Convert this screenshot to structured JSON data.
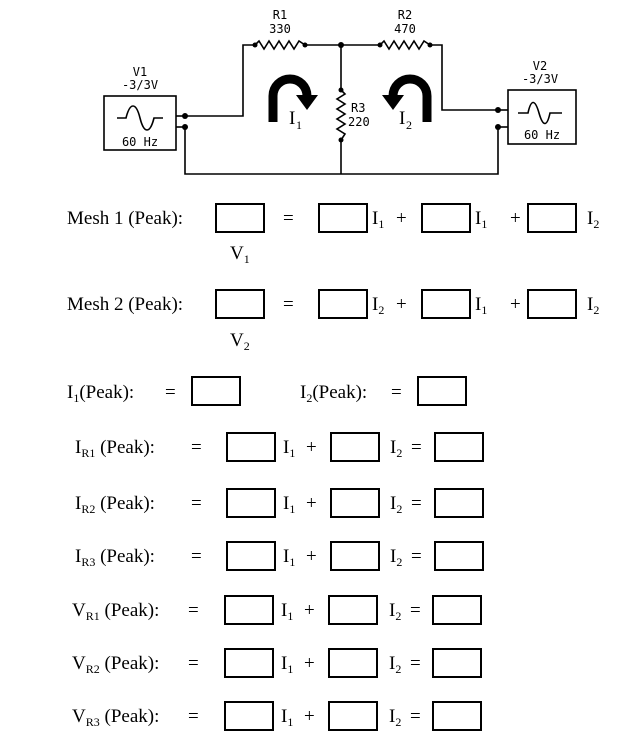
{
  "circuit": {
    "r1": {
      "name": "R1",
      "value": "330"
    },
    "r2": {
      "name": "R2",
      "value": "470"
    },
    "r3": {
      "name": "R3",
      "value": "220"
    },
    "v1": {
      "name": "V1",
      "amplitude": "-3/3V",
      "frequency": "60 Hz"
    },
    "v2": {
      "name": "V2",
      "amplitude": "-3/3V",
      "frequency": "60 Hz"
    },
    "loop1": {
      "letter": "I",
      "sub": "1"
    },
    "loop2": {
      "letter": "I",
      "sub": "2"
    }
  },
  "mesh": {
    "m1": {
      "label": "Mesh 1 (Peak):",
      "eq": "=",
      "v": "V",
      "v_sub": "1",
      "t1": "I",
      "t1_sub": "1",
      "plus1": "+",
      "t2": "I",
      "t2_sub": "1",
      "plus2": "+",
      "t3": "I",
      "t3_sub": "2"
    },
    "m2": {
      "label": "Mesh 2 (Peak):",
      "eq": "=",
      "v": "V",
      "v_sub": "2",
      "t1": "I",
      "t1_sub": "2",
      "plus1": "+",
      "t2": "I",
      "t2_sub": "1",
      "plus2": "+",
      "t3": "I",
      "t3_sub": "2"
    }
  },
  "currents": {
    "i1": {
      "sym": "I",
      "sub": "1",
      "suffix": "(Peak):",
      "eq": "="
    },
    "i2": {
      "sym": "I",
      "sub": "2",
      "suffix": "(Peak):",
      "eq": "="
    }
  },
  "rows": [
    {
      "sym": "I",
      "sub": "R1",
      "suffix": "(Peak):",
      "eq": "=",
      "a": "I",
      "a_sub": "1",
      "plus": "+",
      "b": "I",
      "b_sub": "2",
      "eq2": "="
    },
    {
      "sym": "I",
      "sub": "R2",
      "suffix": "(Peak):",
      "eq": "=",
      "a": "I",
      "a_sub": "1",
      "plus": "+",
      "b": "I",
      "b_sub": "2",
      "eq2": "="
    },
    {
      "sym": "I",
      "sub": "R3",
      "suffix": "(Peak):",
      "eq": "=",
      "a": "I",
      "a_sub": "1",
      "plus": "+",
      "b": "I",
      "b_sub": "2",
      "eq2": "="
    },
    {
      "sym": "V",
      "sub": "R1",
      "suffix": "(Peak):",
      "eq": "=",
      "a": "I",
      "a_sub": "1",
      "plus": "+",
      "b": "I",
      "b_sub": "2",
      "eq2": "="
    },
    {
      "sym": "V",
      "sub": "R2",
      "suffix": "(Peak):",
      "eq": "=",
      "a": "I",
      "a_sub": "1",
      "plus": "+",
      "b": "I",
      "b_sub": "2",
      "eq2": "="
    },
    {
      "sym": "V",
      "sub": "R3",
      "suffix": "(Peak):",
      "eq": "=",
      "a": "I",
      "a_sub": "1",
      "plus": "+",
      "b": "I",
      "b_sub": "2",
      "eq2": "="
    }
  ]
}
